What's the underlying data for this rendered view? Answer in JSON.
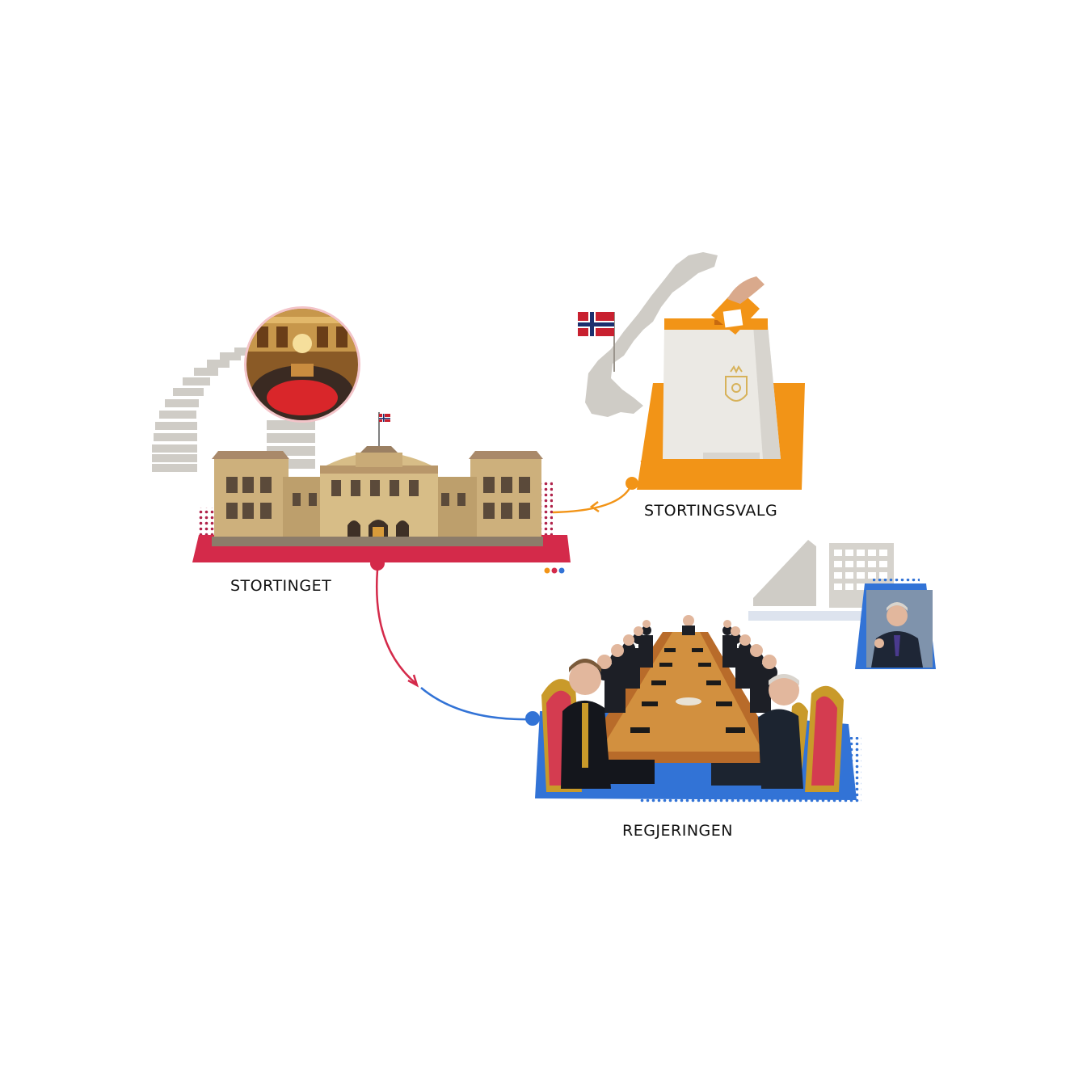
{
  "nodes": {
    "stortinget": {
      "label": "STORTINGET"
    },
    "stortingsvalg": {
      "label": "STORTINGSVALG"
    },
    "regjeringen": {
      "label": "REGJERINGEN"
    }
  },
  "edges": [
    {
      "from": "stortingsvalg",
      "to": "stortinget"
    },
    {
      "from": "stortinget",
      "to": "regjeringen"
    }
  ],
  "colors": {
    "stortinget": "#d42a4a",
    "stortingsvalg": "#f29417",
    "regjeringen": "#3273d6",
    "neutral": "#cfccc6",
    "text": "#111111"
  }
}
